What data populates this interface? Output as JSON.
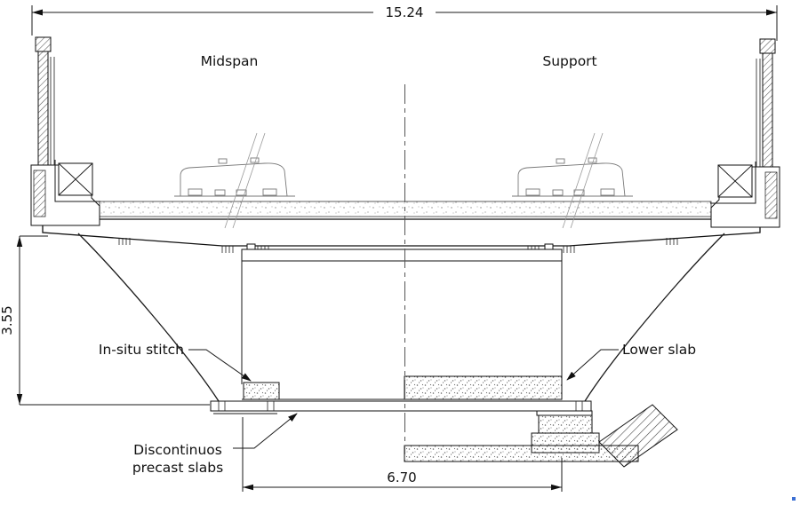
{
  "drawing": {
    "dimensions": {
      "overall_width": "15.24",
      "depth": "3.55",
      "box_width": "6.70"
    },
    "annotations": {
      "midspan": "Midspan",
      "support": "Support",
      "insitu_stitch": "In-situ stitch",
      "lower_slab": "Lower slab",
      "precast_line1": "Discontinuos",
      "precast_line2": "precast slabs"
    },
    "colors": {
      "line": "#1a1a1a",
      "hatch": "#555555",
      "stipple": "#666666",
      "artifact": "#3b6fd4"
    }
  }
}
